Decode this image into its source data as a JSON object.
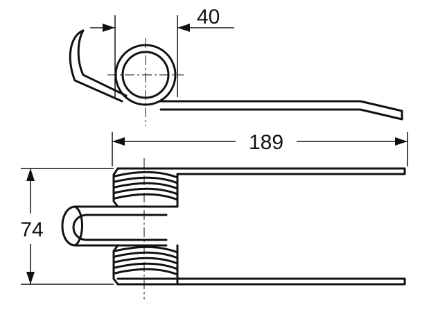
{
  "drawing": {
    "dimensions": {
      "coil_diameter": "40",
      "tine_length": "189",
      "overall_height": "74"
    }
  }
}
